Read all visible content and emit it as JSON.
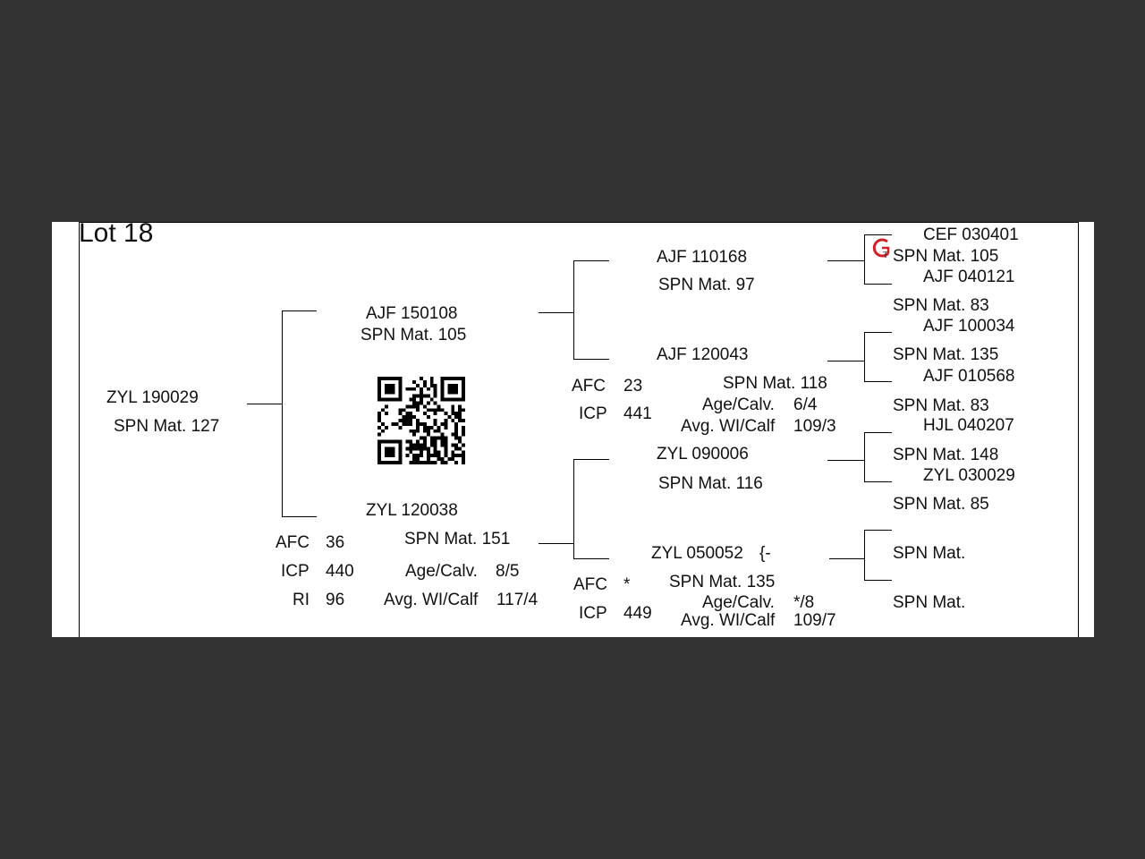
{
  "lot": {
    "title": "Lot 18"
  },
  "animal": {
    "id": "ZYL 190029",
    "mat": "SPN Mat. 127"
  },
  "sire": {
    "id": "AJF 150108",
    "mat": "SPN Mat. 105"
  },
  "dam": {
    "id": "ZYL 120038",
    "mat": "SPN Mat. 151",
    "afc_label": "AFC",
    "afc": "36",
    "icp_label": "ICP",
    "icp": "440",
    "ri_label": "RI",
    "ri": "96",
    "age_label": "Age/Calv.",
    "age": "8/5",
    "wi_label": "Avg. WI/Calf",
    "wi": "117/4"
  },
  "ss": {
    "id": "AJF 110168",
    "mat": "SPN Mat. 97"
  },
  "sd": {
    "id": "AJF 120043",
    "mat": "SPN Mat. 118",
    "afc_label": "AFC",
    "afc": "23",
    "icp_label": "ICP",
    "icp": "441",
    "age_label": "Age/Calv.",
    "age": "6/4",
    "wi_label": "Avg. WI/Calf",
    "wi": "109/3"
  },
  "ds": {
    "id": "ZYL 090006",
    "mat": "SPN Mat. 116"
  },
  "dd": {
    "id": "ZYL 050052",
    "suffix": "{-",
    "mat": "SPN Mat. 135",
    "afc_label": "AFC",
    "afc": "*",
    "icp_label": "ICP",
    "icp": "449",
    "age_label": "Age/Calv.",
    "age": "*/8",
    "wi_label": "Avg. WI/Calf",
    "wi": "109/7"
  },
  "gg": [
    {
      "id": "CEF 030401",
      "mat": "SPN Mat. 105"
    },
    {
      "id": "AJF 040121",
      "mat": "SPN Mat. 83"
    },
    {
      "id": "AJF 100034",
      "mat": "SPN Mat. 135"
    },
    {
      "id": "AJF 010568",
      "mat": "SPN Mat. 83"
    },
    {
      "id": "HJL 040207",
      "mat": "SPN Mat. 148"
    },
    {
      "id": "ZYL 030029",
      "mat": "SPN Mat. 85"
    },
    {
      "id": "",
      "mat": "SPN Mat."
    },
    {
      "id": "",
      "mat": "SPN Mat."
    }
  ],
  "icons": {
    "qr": "qr-code-icon",
    "logo": "gt-logo-icon"
  },
  "colors": {
    "background": "#333333",
    "sheet": "#ffffff",
    "logo_red": "#d0202a"
  }
}
